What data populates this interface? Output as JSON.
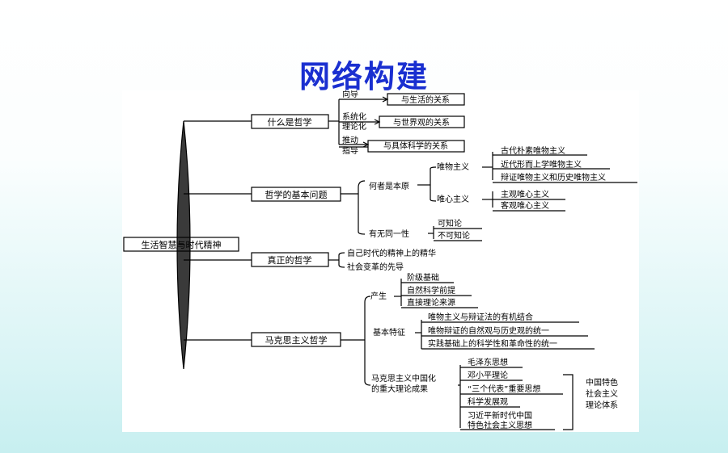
{
  "title": "网络构建",
  "root": "生活智慧与时代精神",
  "branches": {
    "b1": "什么是哲学",
    "b2": "哲学的基本问题",
    "b3": "真正的哲学",
    "b4": "马克思主义哲学"
  },
  "b1": {
    "v1": "向导",
    "v2a": "系统化",
    "v2b": "理论化",
    "v3a": "推动",
    "v3b": "指导",
    "r1": "与生活的关系",
    "r2": "与世界观的关系",
    "r3": "与具体科学的关系"
  },
  "b2": {
    "q1": "何者是本原",
    "q2": "有无同一性",
    "m": "唯物主义",
    "i": "唯心主义",
    "m1": "古代朴素唯物主义",
    "m2": "近代形而上学唯物主义",
    "m3": "辩证唯物主义和历史唯物主义",
    "i1": "主观唯心主义",
    "i2": "客观唯心主义",
    "k1": "可知论",
    "k2": "不可知论"
  },
  "b3": {
    "a": "自己时代的精神上的精华",
    "b": "社会变革的先导"
  },
  "b4": {
    "p": "产生",
    "p1": "阶级基础",
    "p2": "自然科学前提",
    "p3": "直接理论来源",
    "f": "基本特征",
    "f1": "唯物主义与辩证法的有机结合",
    "f2": "唯物辩证的自然观与历史观的统一",
    "f3": "实践基础上的科学性和革命性的统一",
    "c1": "马克思主义中国化",
    "c2": "的重大理论成果",
    "t1": "毛泽东思想",
    "t2": "邓小平理论",
    "t3": "“三个代表”重要思想",
    "t4": "科学发展观",
    "t5a": "习近平新时代中国",
    "t5b": "特色社会主义思想",
    "s1": "中国特色",
    "s2": "社会主义",
    "s3": "理论体系"
  }
}
